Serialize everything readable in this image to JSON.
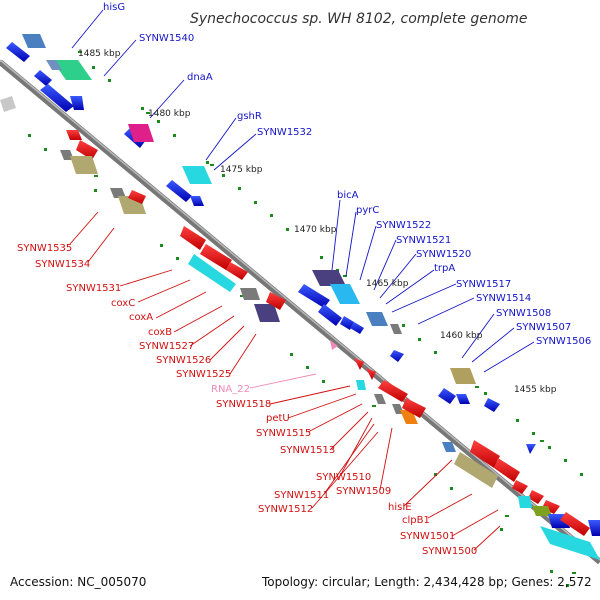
{
  "title": "Synechococcus sp. WH 8102, complete genome",
  "footer": {
    "accession": "Accession: NC_005070",
    "topology": "Topology: circular; Length: 2,434,428 bp; Genes: 2,572"
  },
  "kbp_labels": [
    "1485 kbp",
    "1480 kbp",
    "1475 kbp",
    "1470 kbp",
    "1465 kbp",
    "1460 kbp",
    "1455 kbp"
  ],
  "top_labels": [
    "hisG",
    "SYNW1540",
    "dnaA",
    "gshR",
    "SYNW1532",
    "bicA",
    "pyrC",
    "SYNW1522",
    "SYNW1521",
    "SYNW1520",
    "trpA",
    "SYNW1517",
    "SYNW1514",
    "SYNW1508",
    "SYNW1507",
    "SYNW1506"
  ],
  "bottom_labels": [
    "SYNW1535",
    "SYNW1534",
    "SYNW1531",
    "coxC",
    "coxA",
    "coxB",
    "SYNW1527",
    "SYNW1526",
    "SYNW1525",
    "RNA_22",
    "SYNW1518",
    "petU",
    "SYNW1515",
    "SYNW1513",
    "SYNW1510",
    "SYNW1511",
    "SYNW1509",
    "SYNW1512",
    "hisIE",
    "clpB1",
    "SYNW1501",
    "SYNW1500"
  ],
  "colors": {
    "forward_label": "#1414c8",
    "reverse_label": "#d01010",
    "rna_label": "#f08ab8",
    "backbone": "#777777",
    "tick": "#1a8a1a"
  }
}
